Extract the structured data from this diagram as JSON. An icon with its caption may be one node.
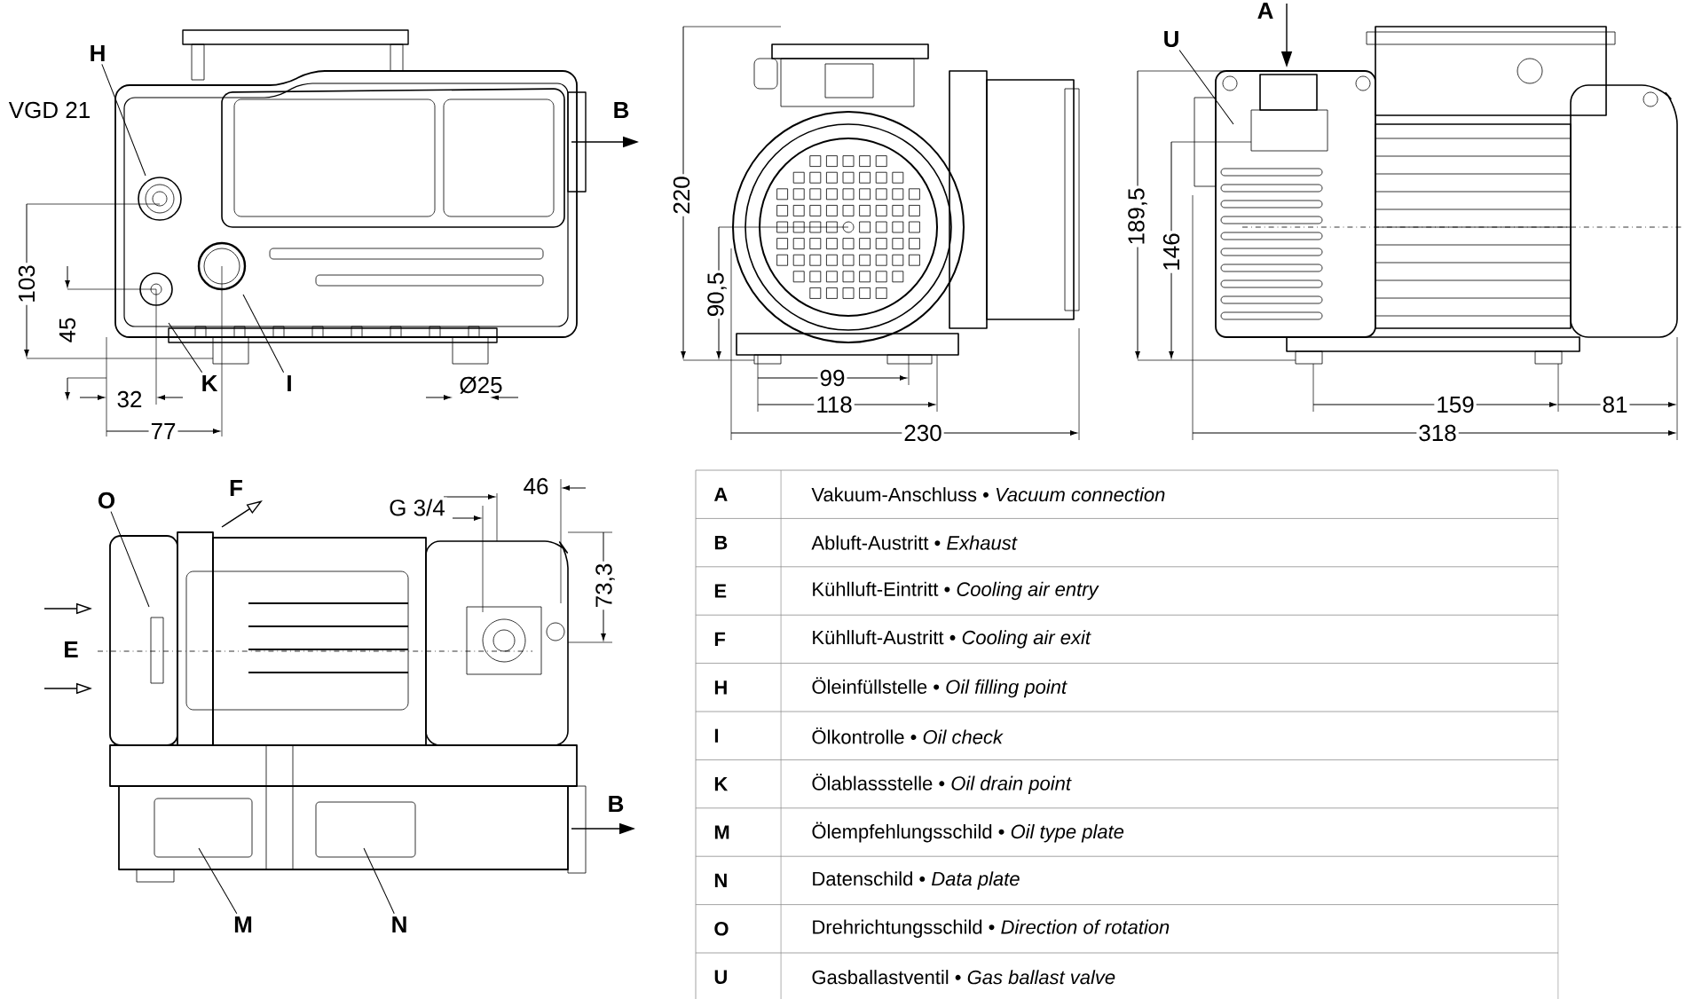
{
  "diagram": {
    "nodes": [
      {
        "text": [
          "H"
        ]
      },
      {
        "text": [
          "K"
        ]
      },
      {
        "text": [
          "I"
        ]
      },
      {
        "text": [
          "U"
        ]
      },
      {
        "text": [
          "O"
        ]
      },
      {
        "text": [
          "M"
        ]
      },
      {
        "text": [
          "N"
        ]
      }
    ],
    "edges": [
      {
        "from": 0,
        "to": null,
        "arrow": "none"
      },
      {
        "from": 1,
        "to": null,
        "arrow": "none"
      },
      {
        "from": 2,
        "to": null,
        "arrow": "none"
      },
      {
        "from": 3,
        "to": null,
        "arrow": "none"
      },
      {
        "from": 4,
        "to": null,
        "arrow": "none"
      },
      {
        "from": 5,
        "to": null,
        "arrow": "none"
      },
      {
        "from": 6,
        "to": null,
        "arrow": "none"
      }
    ],
    "labels": [
      "VGD 21",
      "B",
      "103",
      "45",
      "32",
      "77",
      "Ø25",
      "A",
      "220",
      "90,5",
      "99",
      "118",
      "230",
      "189,5",
      "146",
      "159",
      "81",
      "318",
      "F",
      "G 3/4",
      "46",
      "73,3",
      "E",
      "B",
      "A",
      "Vakuum-Anschluss • *Vacuum connection*",
      "B",
      "Abluft-Austritt • *Exhaust*",
      "E",
      "Kühlluft-Eintritt • *Cooling air entry*",
      "F",
      "Kühlluft-Austritt • *Cooling air exit*",
      "H",
      "Öleinfüllstelle • *Oil filling point*",
      "I",
      "Ölkontrolle • *Oil check*",
      "K",
      "Ölablassstelle • *Oil drain point*",
      "M",
      "Ölempfehlungsschild • *Oil type plate*",
      "N",
      "Datenschild • *Data plate*",
      "O",
      "Drehrichtungsschild • *Direction of rotation*",
      "U",
      "Gasballastventil • *Gas ballast valve*"
    ]
  }
}
